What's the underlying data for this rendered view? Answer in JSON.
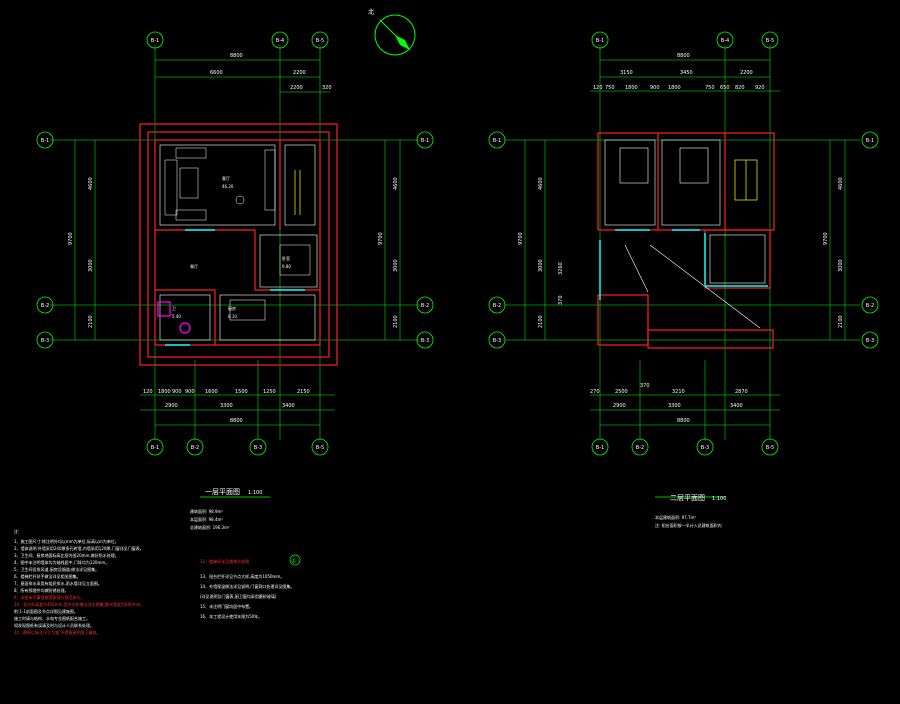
{
  "drawing": {
    "north_label": "北",
    "plan1": {
      "title": "一层平面图",
      "scale": "1:100",
      "stats": [
        "建筑面积: 98.9m²",
        "本层面积: 98.4m²",
        "总建筑面积: 196.3m²"
      ],
      "axes_top": [
        "B-1",
        "B-4",
        "B-5"
      ],
      "axes_bottom": [
        "B-1",
        "B-2",
        "B-3",
        "B-5"
      ],
      "axes_side": [
        "B-1",
        "B-2",
        "B-3"
      ],
      "dims_top_total": "8800",
      "dims_top": [
        "6600",
        "2200"
      ],
      "dims_top2": [
        "2200",
        "320"
      ],
      "dims_bottom": [
        "2900",
        "3300",
        "3400"
      ],
      "dims_bottom_total": "8800",
      "dims_side_total": "9700",
      "dims_side": [
        "4600",
        "3000",
        "2100"
      ],
      "dims_bottom_detail": [
        "120",
        "1800",
        "900",
        "900",
        "1600",
        "1500",
        "1250",
        "2150"
      ],
      "room_labels": [
        "客厅",
        "卧室",
        "厨房",
        "卫",
        "餐厅"
      ],
      "area_labels": [
        "46.20",
        "9.80",
        "8.10",
        "5.40"
      ]
    },
    "plan2": {
      "title": "二层平面图",
      "scale": "1:100",
      "stats": [
        "本层建筑面积: 97.7m²",
        "注: 阳台面积按一半计入总建筑面积内"
      ],
      "axes_top": [
        "B-1",
        "B-4",
        "B-5"
      ],
      "axes_bottom": [
        "B-1",
        "B-2",
        "B-3",
        "B-5"
      ],
      "dims_top_total": "8800",
      "dims_top": [
        "3150",
        "3450",
        "2200"
      ],
      "dims_top_detail": [
        "120",
        "750",
        "1800",
        "900",
        "1800",
        "750",
        "650",
        "820",
        "920"
      ],
      "dims_bottom": [
        "2900",
        "3300",
        "3400"
      ],
      "dims_bottom_detail": [
        "270",
        "2500",
        "370",
        "3210",
        "2870"
      ],
      "dims_bottom_total": "8800",
      "dims_side_total": "9700",
      "dims_side": [
        "4600",
        "3000",
        "2100"
      ],
      "dims_side_detail": [
        "3260",
        "370"
      ]
    },
    "notes_header": "注:",
    "notes_left": [
      "1、施工图尺寸:除注明外均以mm为单位,标高以m为单位。",
      "2、墙体说明:外墙采用240厚多孔砖墙,内墙采用120厚,门窗详见门窗表。",
      "3、卫生间、厨房地面标高比室内低20mm,做好防水处理。",
      "4、图中未注明墙体均为轴线居中,门垛均为120mm。",
      "5、卫生间设排风道,厨房设烟道,做法详见图集。",
      "6、楼梯栏杆扶手做法详见相关图集。",
      "7、屋面排水采用有组织排水,雨水管详见立面图。",
      "8、所有预埋件均做防锈处理。"
    ],
    "notes_left_red": [
      "9、本图未尽事宜按国家现行规范执行。",
      "10、室内外高差为450mm,室外台阶做法详见图集,散水宽度为800mm。",
      "附:1-1剖面图及节点详图见建施图。",
      "11、图纸以标注尺寸为准,不得直接在图上量取。"
    ],
    "notes_left_white2": [
      "施工时请与结构、水电专业图纸配合施工。",
      "如发现图纸有误请及时与设计人员联系处理。"
    ],
    "notes_mid_header": "12、楼梯间详见楼梯大样图",
    "notes_mid": [
      "13、阳台栏杆详见节点大样,高度为1050mm。",
      "14、外墙保温做法详见说明,门窗洞口处理详见图集。",
      "(详见说明及门窗表,厨卫窗均采用磨砂玻璃)",
      "15、未注明门窗均居中布置。",
      "16、本工程设计使用年限为50年。"
    ],
    "circle_badge": "①",
    "colors": {
      "background": "#000000",
      "axis": "#00ff00",
      "wall": "#ff2020",
      "text": "#ffffff",
      "furniture": "#ffffff",
      "window": "#00ffff",
      "door": "#ff00ff",
      "stair": "#ffff00"
    }
  }
}
